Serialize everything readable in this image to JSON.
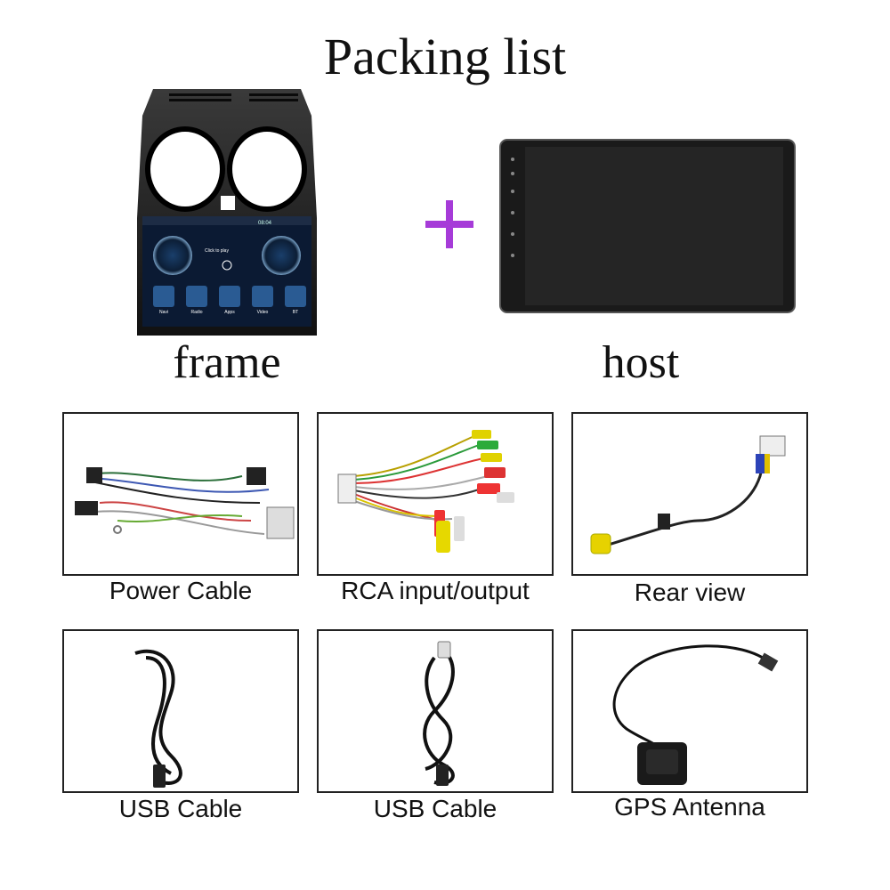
{
  "title": "Packing list",
  "top_items": {
    "frame": {
      "caption": "frame",
      "screen_time": "08:04",
      "screen_prompt": "Click to play",
      "apps": [
        "Navi",
        "Radio",
        "Apps",
        "Video",
        "BT"
      ]
    },
    "host": {
      "caption": "host"
    }
  },
  "plus_icon": "plus-icon",
  "accent_color": "#a63bd8",
  "accessories": [
    {
      "label": "Power Cable"
    },
    {
      "label": "RCA input/output"
    },
    {
      "label": "Rear view"
    },
    {
      "label": "USB Cable"
    },
    {
      "label": "USB Cable"
    },
    {
      "label": "GPS Antenna"
    }
  ]
}
